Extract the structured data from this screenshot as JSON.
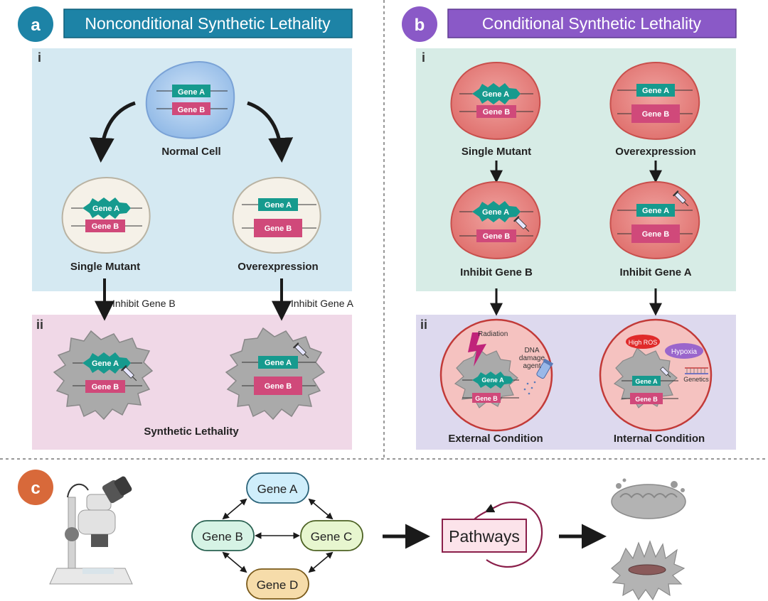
{
  "panel_a": {
    "letter": "a",
    "title": "Nonconditional Synthetic Lethality",
    "section_i": "i",
    "section_ii": "ii",
    "normal_cell_label": "Normal Cell",
    "single_mutant_label": "Single Mutant",
    "overexpression_label": "Overexpression",
    "inhibit_b_label": "Inhibit Gene B",
    "inhibit_a_label": "Inhibit Gene A",
    "synthetic_lethality_label": "Synthetic Lethality"
  },
  "panel_b": {
    "letter": "b",
    "title": "Conditional Synthetic Lethality",
    "section_i": "i",
    "section_ii": "ii",
    "single_mutant_label": "Single Mutant",
    "overexpression_label": "Overexpression",
    "inhibit_b_label": "Inhibit Gene B",
    "inhibit_a_label": "Inhibit Gene A",
    "radiation_label": "Radiation",
    "dna_agent_line1": "DNA",
    "dna_agent_line2": "damage",
    "dna_agent_line3": "agent",
    "high_ros_label": "High ROS",
    "hypoxia_label": "Hypoxia",
    "genetics_label": "Genetics",
    "external_condition_label": "External Condition",
    "internal_condition_label": "Internal Condition"
  },
  "panel_c": {
    "letter": "c",
    "gene_a": "Gene A",
    "gene_b": "Gene B",
    "gene_c": "Gene C",
    "gene_d": "Gene D",
    "pathways": "Pathways"
  },
  "genes": {
    "gene_a": "Gene A",
    "gene_b": "Gene B"
  },
  "colors": {
    "panel_a_accent": "#1d83a6",
    "panel_b_accent": "#8a59c7",
    "panel_c_accent": "#d8693a",
    "gene_a": "#169a8e",
    "gene_b": "#d0497a"
  }
}
